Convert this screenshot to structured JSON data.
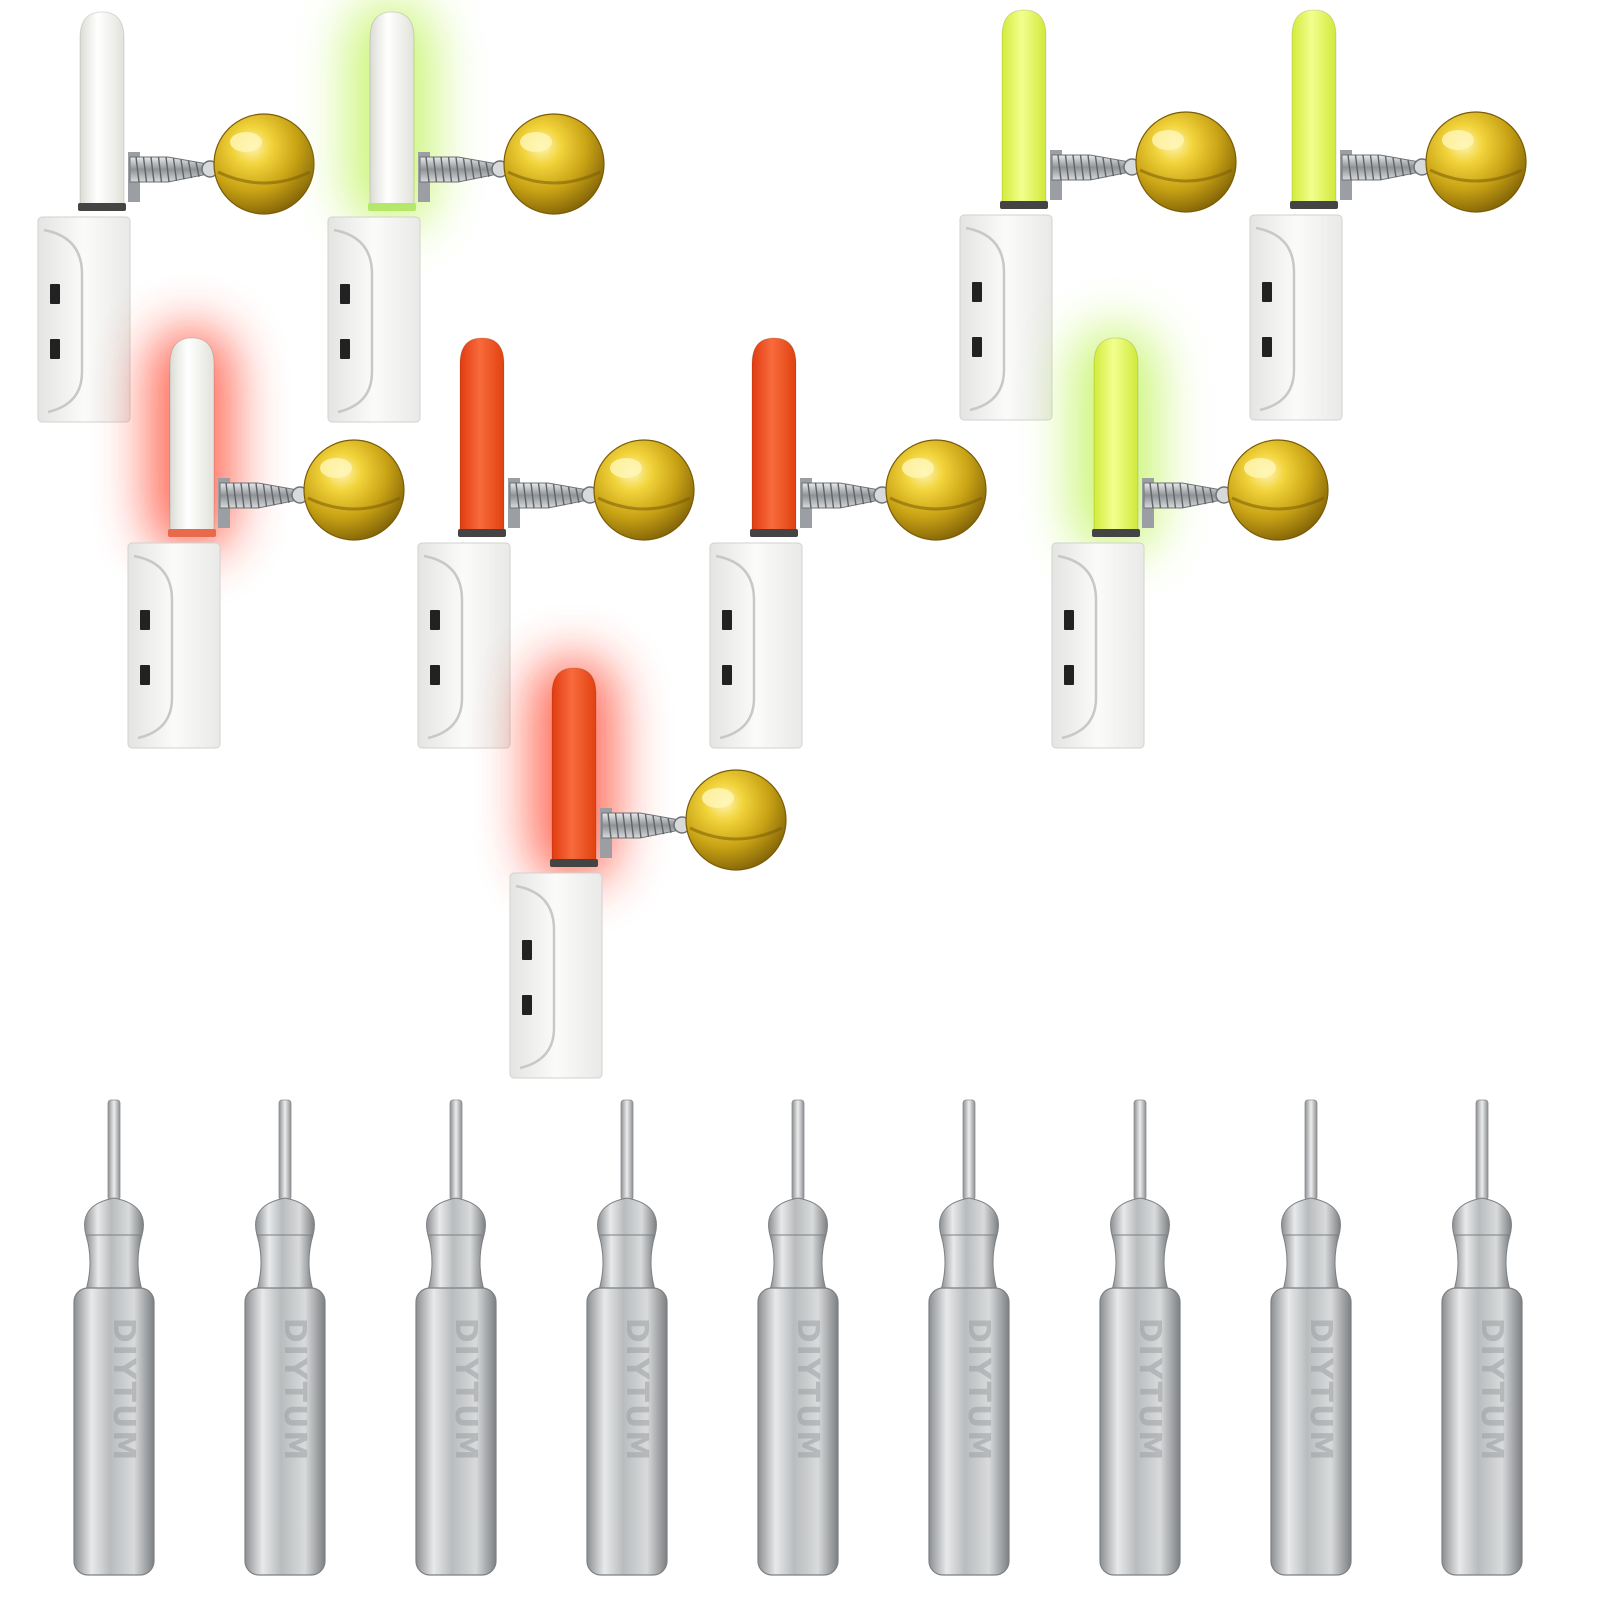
{
  "colors": {
    "background": "#ffffff",
    "bell_gold": "#c9a315",
    "bell_highlight": "#fff6b8",
    "clip_white": "#f6f6f4",
    "spring_silver": "#a8acb0",
    "battery_silver": "#c4c6c8",
    "stick_white": "#f2f2ee",
    "stick_orange": "#f24d1e",
    "stick_yellow": "#e3f560",
    "glow_red": "#ff3a22",
    "glow_green": "#b9f24a"
  },
  "alarms": [
    {
      "stick": "white",
      "glow": "none"
    },
    {
      "stick": "white",
      "glow": "green"
    },
    {
      "stick": "white",
      "glow": "red"
    },
    {
      "stick": "orange",
      "glow": "none"
    },
    {
      "stick": "orange",
      "glow": "none"
    },
    {
      "stick": "orange",
      "glow": "red"
    },
    {
      "stick": "yellow",
      "glow": "none"
    },
    {
      "stick": "yellow",
      "glow": "none"
    },
    {
      "stick": "yellow",
      "glow": "green"
    }
  ],
  "battery": {
    "count": 9,
    "engraving": "DIYTUM"
  }
}
